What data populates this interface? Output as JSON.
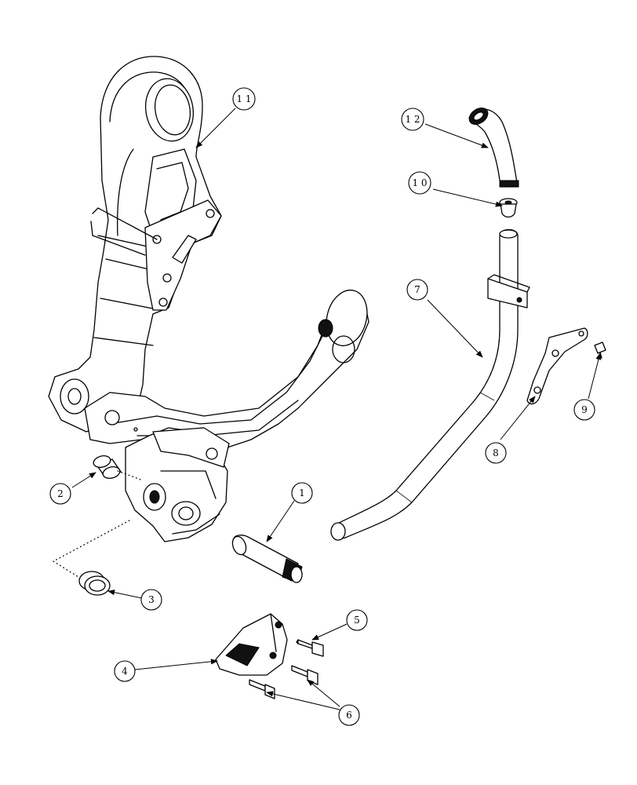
{
  "callouts": [
    {
      "id": "c1",
      "text": "1"
    },
    {
      "id": "c2",
      "text": "2"
    },
    {
      "id": "c3",
      "text": "3"
    },
    {
      "id": "c4",
      "text": "4"
    },
    {
      "id": "c5",
      "text": "5"
    },
    {
      "id": "c6",
      "text": "6"
    },
    {
      "id": "c7",
      "text": "7"
    },
    {
      "id": "c8",
      "text": "8"
    },
    {
      "id": "c9",
      "text": "9"
    },
    {
      "id": "c10",
      "text": "1 0"
    },
    {
      "id": "c11",
      "text": "1 1"
    },
    {
      "id": "c12",
      "text": "1 2"
    }
  ]
}
